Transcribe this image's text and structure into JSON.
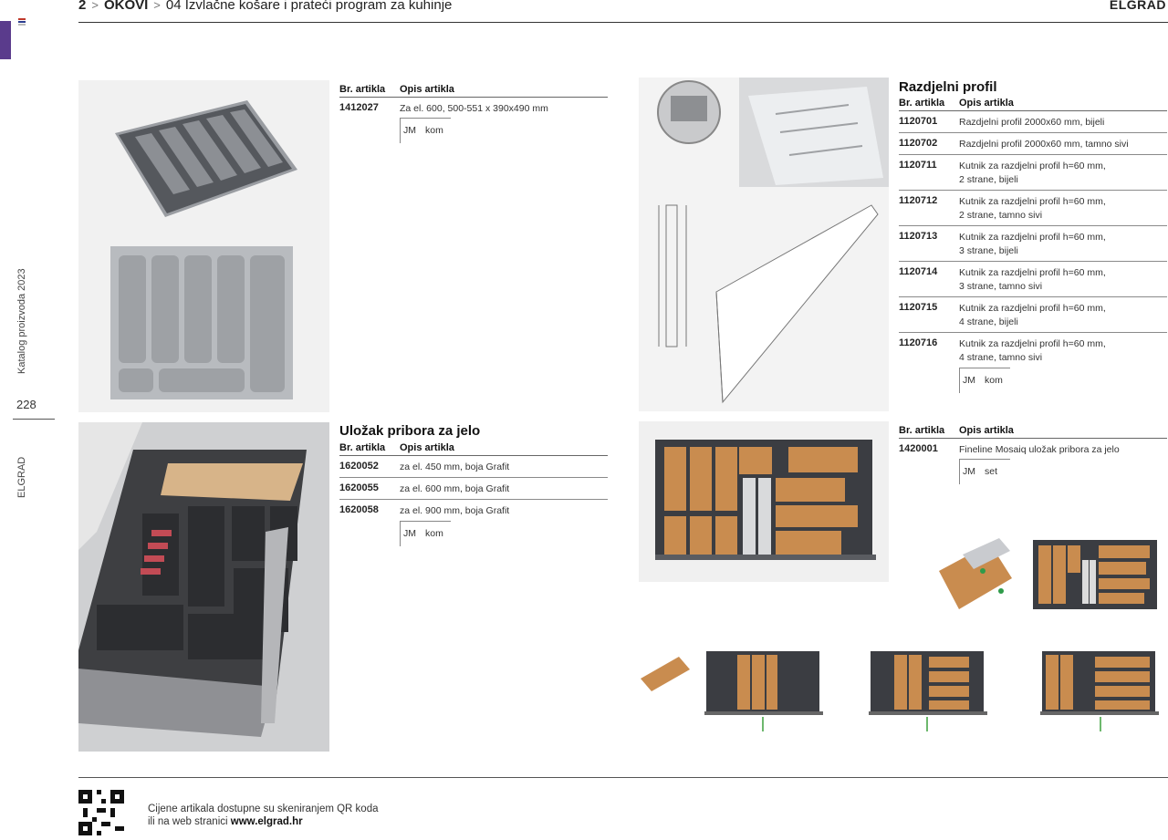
{
  "header": {
    "page_section": "2",
    "category": "OKOVI",
    "chapter": "04",
    "chapter_title": "Izvlačne košare i prateći program za kuhinje",
    "brand": "ELGRAD"
  },
  "sidebar": {
    "catalog_label": "Katalog proizvoda 2023",
    "page_number": "228",
    "brand": "ELGRAD"
  },
  "product_insert_1": {
    "col_code": "Br. artikla",
    "col_desc": "Opis artikla",
    "rows": [
      {
        "code": "1412027",
        "desc": "Za el. 600, 500-551 x 390x490 mm"
      }
    ],
    "unit_label": "JM",
    "unit_value": "kom"
  },
  "product_cutlery_grafit": {
    "title": "Uložak pribora za jelo",
    "col_code": "Br. artikla",
    "col_desc": "Opis artikla",
    "rows": [
      {
        "code": "1620052",
        "desc": "za el. 450 mm, boja Grafit"
      },
      {
        "code": "1620055",
        "desc": "za el. 600 mm, boja Grafit"
      },
      {
        "code": "1620058",
        "desc": "za el. 900 mm, boja Grafit"
      }
    ],
    "unit_label": "JM",
    "unit_value": "kom"
  },
  "product_divider_profile": {
    "title": "Razdjelni profil",
    "col_code": "Br. artikla",
    "col_desc": "Opis artikla",
    "rows": [
      {
        "code": "1120701",
        "desc": "Razdjelni profil 2000x60 mm, bijeli"
      },
      {
        "code": "1120702",
        "desc": "Razdjelni profil 2000x60 mm, tamno sivi"
      },
      {
        "code": "1120711",
        "desc": "Kutnik za razdjelni profil h=60 mm,",
        "desc2": "2 strane, bijeli"
      },
      {
        "code": "1120712",
        "desc": "Kutnik za razdjelni profil h=60 mm,",
        "desc2": "2 strane, tamno sivi"
      },
      {
        "code": "1120713",
        "desc": "Kutnik za razdjelni profil h=60 mm,",
        "desc2": "3 strane, bijeli"
      },
      {
        "code": "1120714",
        "desc": "Kutnik za razdjelni profil h=60 mm,",
        "desc2": "3 strane, tamno sivi"
      },
      {
        "code": "1120715",
        "desc": "Kutnik za razdjelni profil h=60 mm,",
        "desc2": "4 strane, bijeli"
      },
      {
        "code": "1120716",
        "desc": "Kutnik za razdjelni profil h=60 mm,",
        "desc2": "4 strane, tamno sivi"
      }
    ],
    "unit_label": "JM",
    "unit_value": "kom"
  },
  "product_mosaiq": {
    "col_code": "Br. artikla",
    "col_desc": "Opis artikla",
    "rows": [
      {
        "code": "1420001",
        "desc": "Fineline Mosaiq uložak pribora za jelo"
      }
    ],
    "unit_label": "JM",
    "unit_value": "set"
  },
  "footer": {
    "text_line1": "Cijene artikala dostupne su skeniranjem QR koda",
    "text_line2_prefix": "ili na web stranici",
    "website": "www.elgrad.hr"
  }
}
